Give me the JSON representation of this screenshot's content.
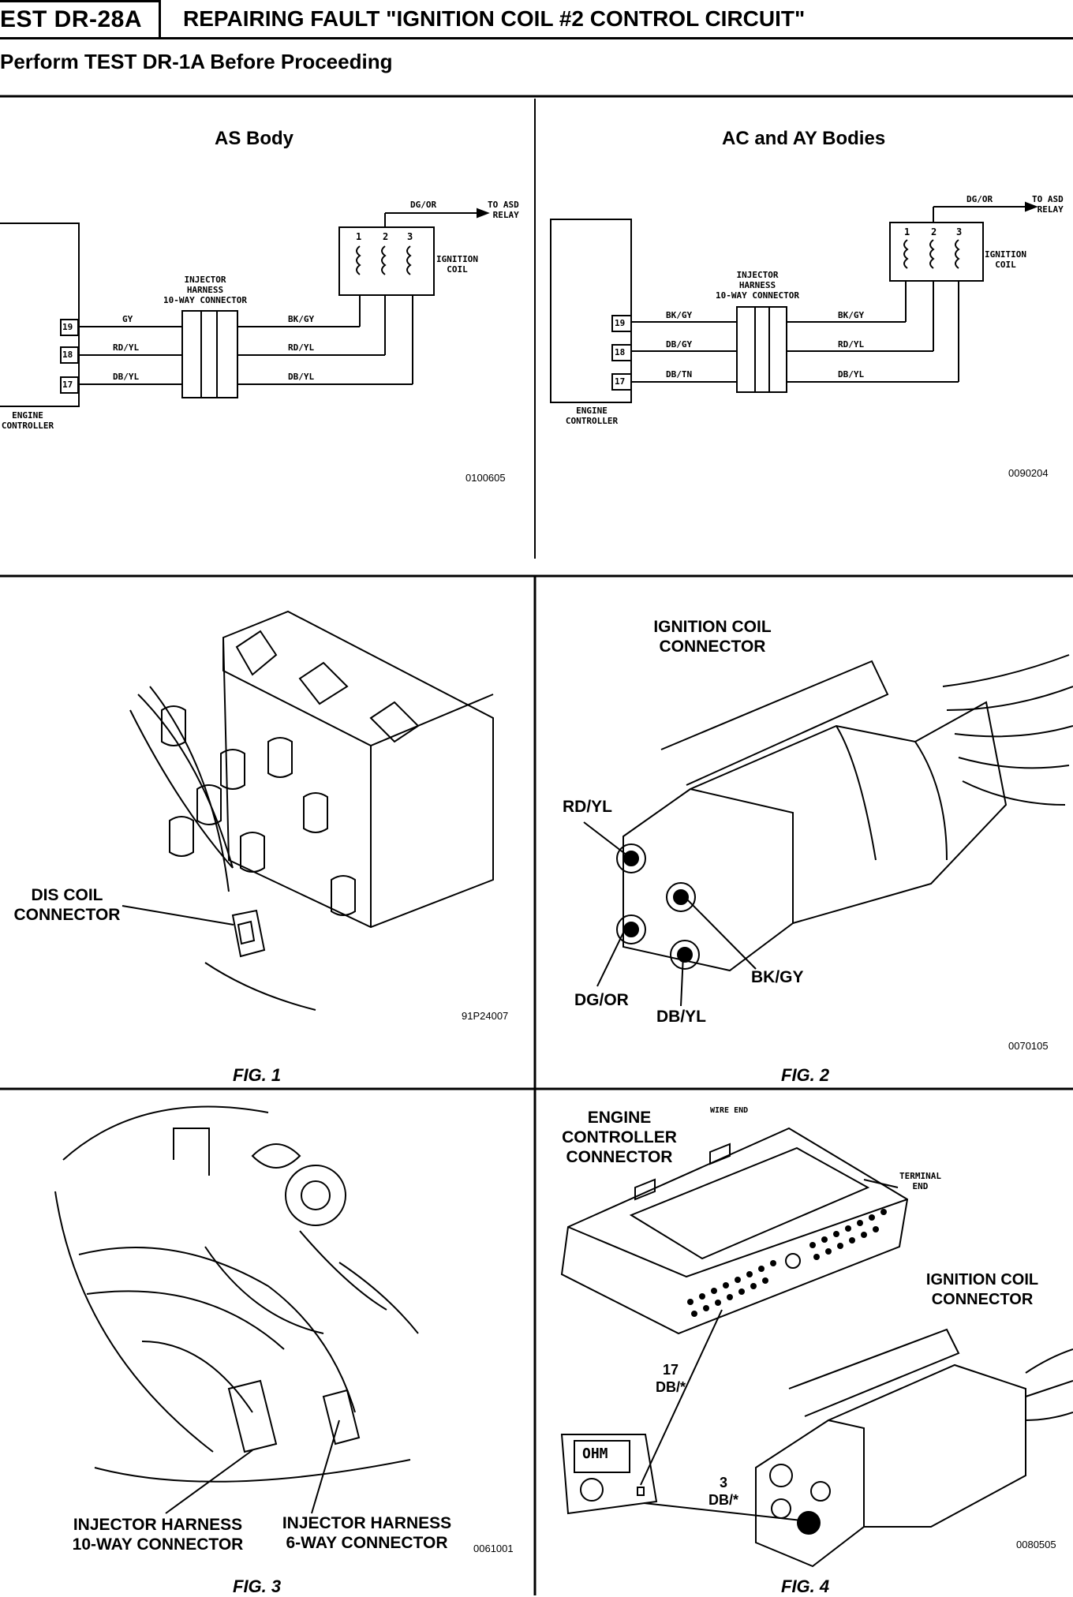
{
  "header": {
    "test_id": "EST DR-28A",
    "title": "REPAIRING FAULT \"IGNITION COIL #2 CONTROL CIRCUIT\"",
    "subtitle": "Perform TEST DR-1A Before Proceeding"
  },
  "as_body": {
    "title": "AS Body",
    "to_relay": [
      "TO ASD",
      "RELAY"
    ],
    "top_wire": "DG/OR",
    "coil_pins": [
      "1",
      "2",
      "3"
    ],
    "coil_label": [
      "IGNITION",
      "COIL"
    ],
    "harness_label": [
      "INJECTOR",
      "HARNESS",
      "10-WAY CONNECTOR"
    ],
    "pins": [
      "19",
      "18",
      "17"
    ],
    "left_wires": [
      "GY",
      "RD/YL",
      "DB/YL"
    ],
    "right_wires": [
      "BK/GY",
      "RD/YL",
      "DB/YL"
    ],
    "controller_label": [
      "ENGINE",
      "CONTROLLER"
    ],
    "code": "0100605"
  },
  "ac_body": {
    "title": "AC and AY Bodies",
    "to_relay": [
      "TO ASD",
      "RELAY"
    ],
    "top_wire": "DG/OR",
    "coil_pins": [
      "1",
      "2",
      "3"
    ],
    "coil_label": [
      "IGNITION",
      "COIL"
    ],
    "harness_label": [
      "INJECTOR",
      "HARNESS",
      "10-WAY CONNECTOR"
    ],
    "pins": [
      "19",
      "18",
      "17"
    ],
    "left_wires": [
      "BK/GY",
      "DB/GY",
      "DB/TN"
    ],
    "right_wires": [
      "BK/GY",
      "RD/YL",
      "DB/YL"
    ],
    "controller_label": [
      "ENGINE",
      "CONTROLLER"
    ],
    "code": "0090204"
  },
  "fig1": {
    "callout": [
      "DIS COIL",
      "CONNECTOR"
    ],
    "code": "91P24007",
    "caption": "FIG. 1"
  },
  "fig2": {
    "title": [
      "IGNITION COIL",
      "CONNECTOR"
    ],
    "labels": {
      "rd_yl": "RD/YL",
      "bk_gy": "BK/GY",
      "dg_or": "DG/OR",
      "db_yl": "DB/YL"
    },
    "code": "0070105",
    "caption": "FIG. 2"
  },
  "fig3": {
    "callout_left": [
      "INJECTOR HARNESS",
      "10-WAY CONNECTOR"
    ],
    "callout_right": [
      "INJECTOR HARNESS",
      "6-WAY CONNECTOR"
    ],
    "code": "0061001",
    "caption": "FIG. 3"
  },
  "fig4": {
    "ecc_title": [
      "ENGINE",
      "CONTROLLER",
      "CONNECTOR"
    ],
    "wire_end": "WIRE END",
    "terminal_end": [
      "TERMINAL",
      "END"
    ],
    "coil_title": [
      "IGNITION COIL",
      "CONNECTOR"
    ],
    "pin17": [
      "17",
      "DB/*"
    ],
    "pin3": [
      "3",
      "DB/*"
    ],
    "meter_display": "OHM",
    "code": "0080505",
    "caption": "FIG. 4"
  }
}
